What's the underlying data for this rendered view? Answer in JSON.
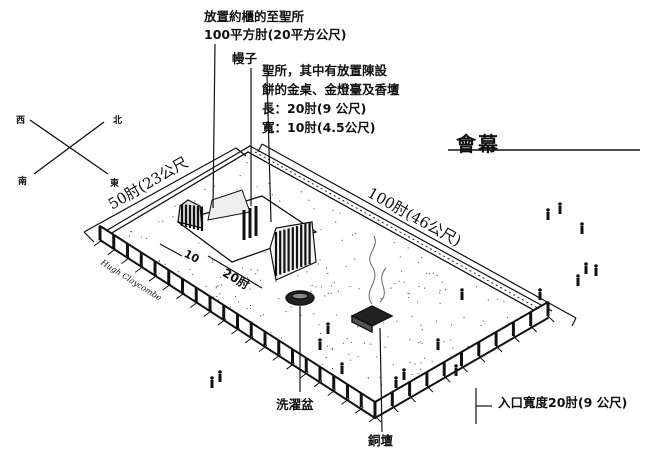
{
  "title": "會幕",
  "compass": {
    "nw": "西",
    "ne": "北",
    "sw": "南",
    "se": "東"
  },
  "holy_of_holies": {
    "line1": "放置約櫃的至聖所",
    "line2": "100平方肘(20平方公尺)"
  },
  "curtain": "幔子",
  "holy_place": {
    "line1": "聖所，其中有放置陳設",
    "line2": "餅的金桌、金燈臺及香壇",
    "line3": "長：20肘(9 公尺)",
    "line4": "寬：10肘(4.5公尺)"
  },
  "width_dim": "50肘(23公尺",
  "length_dim": "100肘(46公尺)",
  "inner_dim_10": "10",
  "inner_dim_20": "20肘",
  "laver": "洗濯盆",
  "altar": "銅壇",
  "entrance": "入口寬度20肘(9 公尺)",
  "signature": "Hugh Claycombe",
  "colors": {
    "ink": "#111111",
    "paper": "#ffffff"
  }
}
